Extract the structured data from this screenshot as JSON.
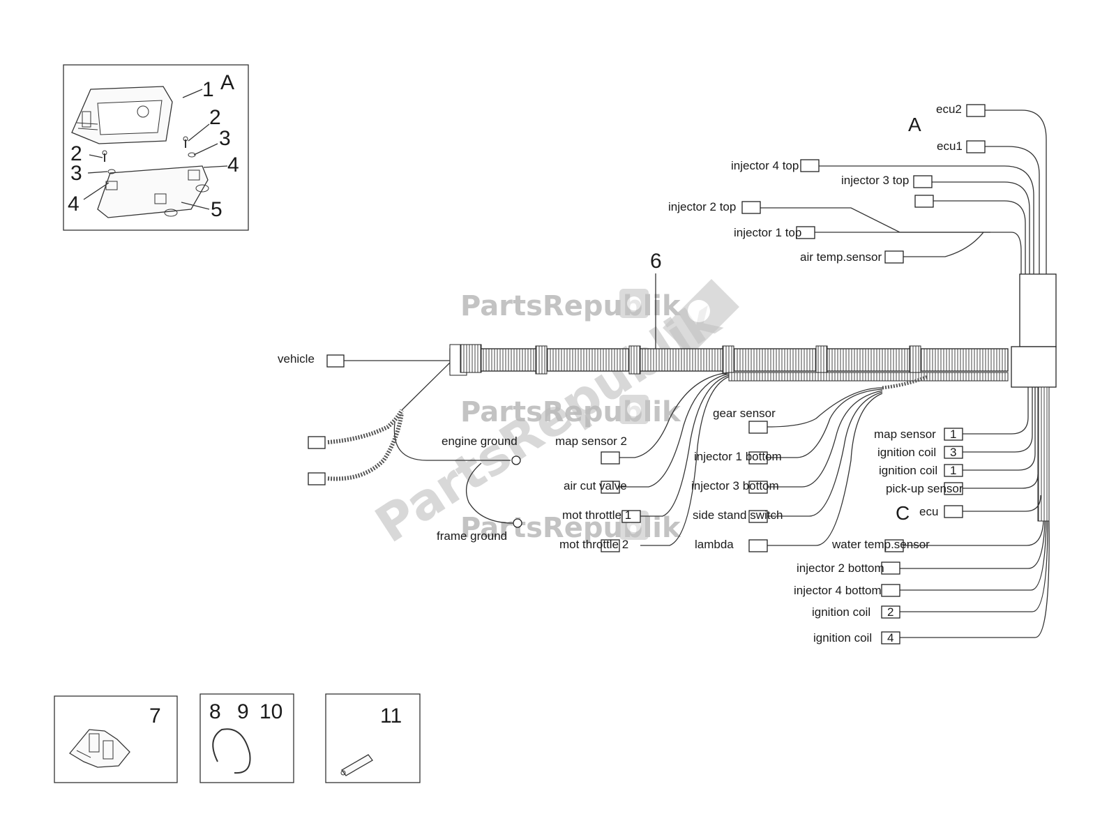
{
  "inset_a": {
    "letter": "A",
    "callouts": [
      "1",
      "2",
      "3",
      "4",
      "2",
      "3",
      "4",
      "5"
    ]
  },
  "ref_a": "A",
  "ref_c": "C",
  "part_6": "6",
  "parts_bottom": {
    "part_7": "7",
    "part_8": "8",
    "part_9": "9",
    "part_10": "10",
    "part_11": "11"
  },
  "labels_top": {
    "ecu2": "ecu2",
    "ecu1": "ecu1",
    "injector_4_top": "injector 4 top",
    "injector_3_top": "injector 3 top",
    "injector_2_top": "injector 2 top",
    "injector_1_top": "injector 1 top",
    "air_temp_sensor": "air temp.sensor"
  },
  "labels_left": {
    "vehicle": "vehicle",
    "engine_ground": "engine ground",
    "frame_ground": "frame ground"
  },
  "labels_middle": {
    "map_sensor_2": "map sensor 2",
    "air_cut_valve": "air cut valve",
    "mot_throttle_1": "mot throttle 1",
    "mot_throttle_2": "mot throttle 2",
    "gear_sensor": "gear sensor",
    "injector_1_bottom": "injector 1 bottom",
    "injector_3_bottom": "injector 3 bottom",
    "side_stand_switch": "side stand switch",
    "lambda": "lambda"
  },
  "labels_right": {
    "map_sensor": "map sensor",
    "map_sensor_num": "1",
    "ignition_coil_a": "ignition coil",
    "ignition_coil_a_num": "3",
    "ignition_coil_b": "ignition coil",
    "ignition_coil_b_num": "1",
    "pick_up_sensor": "pick-up sensor",
    "ecu": "ecu",
    "water_temp_sensor": "water temp.sensor",
    "injector_2_bottom": "injector 2 bottom",
    "injector_4_bottom": "injector 4 bottom",
    "ignition_coil_c": "ignition coil",
    "ignition_coil_c_num": "2",
    "ignition_coil_d": "ignition coil",
    "ignition_coil_d_num": "4"
  },
  "watermark": "PartsRepublik"
}
